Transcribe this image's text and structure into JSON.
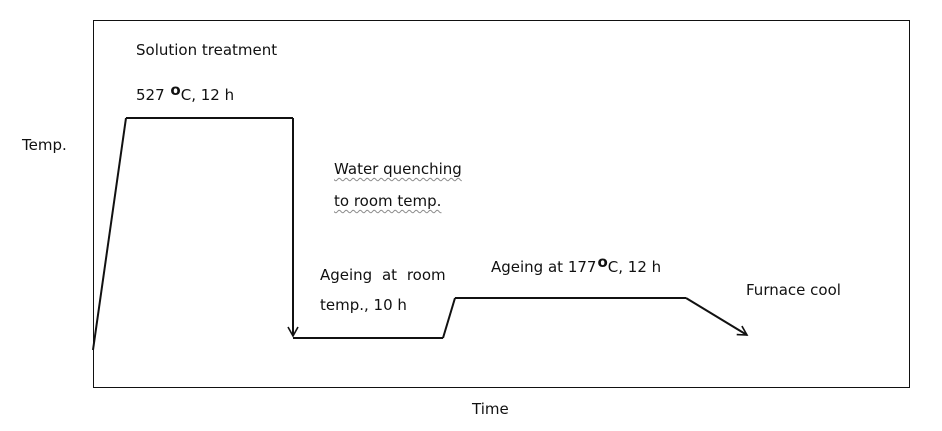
{
  "axes": {
    "y_label": "Temp.",
    "x_label": "Time"
  },
  "stages": {
    "solution": {
      "title": "Solution treatment",
      "temp_value": "527",
      "degree_symbol": "o",
      "temp_rest": "C, 12 h"
    },
    "quench": {
      "line1": "Water quenching",
      "line2": "to room temp."
    },
    "room_ageing": {
      "line1": "Ageing at room",
      "line2": "temp., 10 h"
    },
    "artificial_ageing": {
      "prefix": "Ageing at 177",
      "degree_symbol": "o",
      "suffix": "C, 12 h"
    },
    "furnace": {
      "label": "Furnace cool"
    }
  },
  "colors": {
    "line": "#111111",
    "wavy_underline": "#8a8a8a"
  }
}
